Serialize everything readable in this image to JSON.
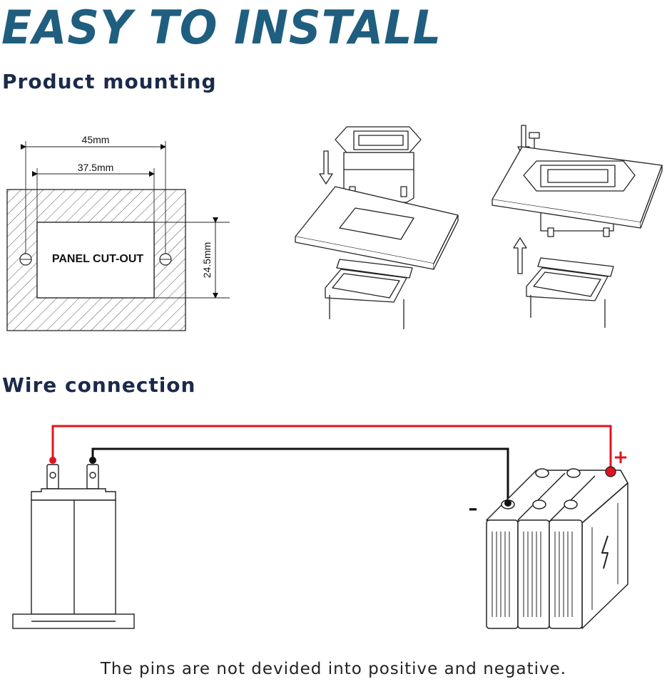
{
  "banner": {
    "title": "EASY TO INSTALL"
  },
  "sections": {
    "mounting": {
      "heading": "Product mounting"
    },
    "wiring": {
      "heading": "Wire connection"
    }
  },
  "cutout": {
    "label": "PANEL CUT-OUT",
    "outer_width": "45mm",
    "inner_width": "37.5mm",
    "height": "24.5mm"
  },
  "battery": {
    "positive_sign": "+",
    "negative_sign": "–"
  },
  "footer": {
    "note": "The pins are not devided into positive and negative."
  },
  "colors": {
    "title": "#1f5e7e",
    "heading": "#1b2a4a",
    "positive_wire": "#e0141e",
    "negative_wire": "#111111"
  }
}
